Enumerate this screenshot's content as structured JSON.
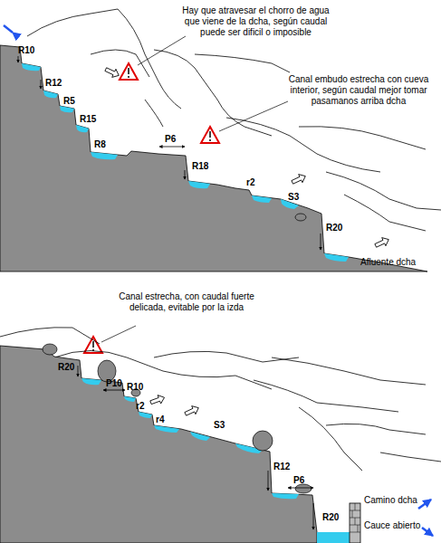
{
  "diagram": {
    "labels": [
      "Hay que atravesar el chorro de agua que viene de la dcha, según caudal puede ser dificil o imposible",
      "R10",
      "R12",
      "R5",
      "R15",
      "R8",
      "P6",
      "Canal embudo estrecha con cueva interior, según caudal mejor tomar pasamanos arriba dcha",
      "R18",
      "r2",
      "S3",
      "R20",
      "Afluente dcha",
      "Canal estrecha, con caudal fuerte delicada, evitable por la izda",
      "R20",
      "P10",
      "R10",
      "r2",
      "r4",
      "S3",
      "R12",
      "P6",
      "R20",
      "Camino dcha",
      "Cauce abierto"
    ]
  }
}
